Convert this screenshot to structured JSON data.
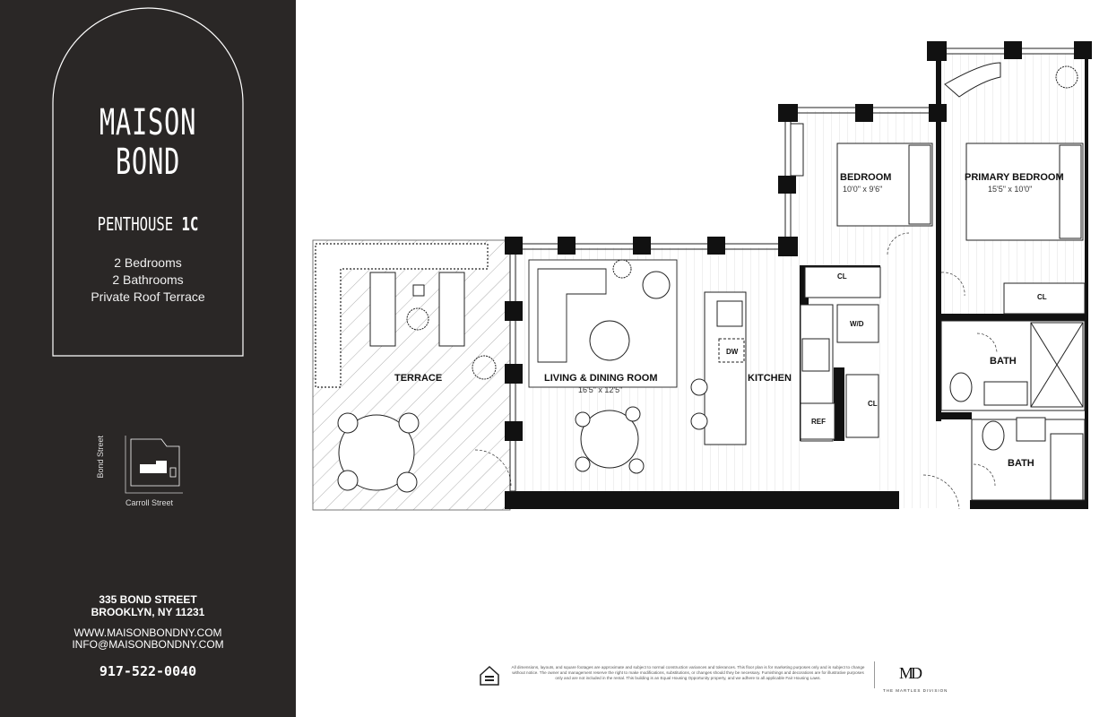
{
  "brand": {
    "line1": "MAISON",
    "line2": "BOND"
  },
  "unit": {
    "name_prefix": "PENTHOUSE ",
    "name_suffix": "1C"
  },
  "features": [
    "2 Bedrooms",
    "2 Bathrooms",
    "Private Roof Terrace"
  ],
  "locator": {
    "street_vertical": "Bond Street",
    "street_horizontal": "Carroll Street"
  },
  "contact": {
    "address_line1": "335 BOND STREET",
    "address_line2": "BROOKLYN, NY 11231",
    "website": "WWW.MAISONBONDNY.COM",
    "email": "INFO@MAISONBONDNY.COM",
    "phone": "917-522-0040"
  },
  "rooms": {
    "terrace": "TERRACE",
    "living": "LIVING & DINING ROOM",
    "living_dim": "16'5\" x 12'5\"",
    "kitchen": "KITCHEN",
    "bedroom": "BEDROOM",
    "bedroom_dim": "10'0\" x 9'6\"",
    "primary": "PRIMARY BEDROOM",
    "primary_dim": "15'5\" x 10'0\"",
    "bath1": "BATH",
    "bath2": "BATH"
  },
  "fixtures": {
    "closet1": "CL",
    "closet2": "CL",
    "closet3": "CL",
    "washer_dryer": "W/D",
    "dishwasher": "DW",
    "fridge": "REF"
  },
  "footer": {
    "disclaimer": "All dimensions, layouts, and square footages are approximate and subject to normal construction variances and tolerances. This floor plan is for marketing purposes only and is subject to change without notice. The owner and management reserve the right to make modifications, substitutions, or changes should they be necessary. Furnishings and decorations are for illustrative purposes only and are not included in the rental. This building is an Equal Housing Opportunity property, and we adhere to all applicable Fair Housing Laws.",
    "brand_mark": "MD",
    "brand_name": "THE MARTLES DIVISION"
  },
  "colors": {
    "panel": "#2a2726",
    "panel_text": "#ffffff",
    "wall": "#111111"
  }
}
